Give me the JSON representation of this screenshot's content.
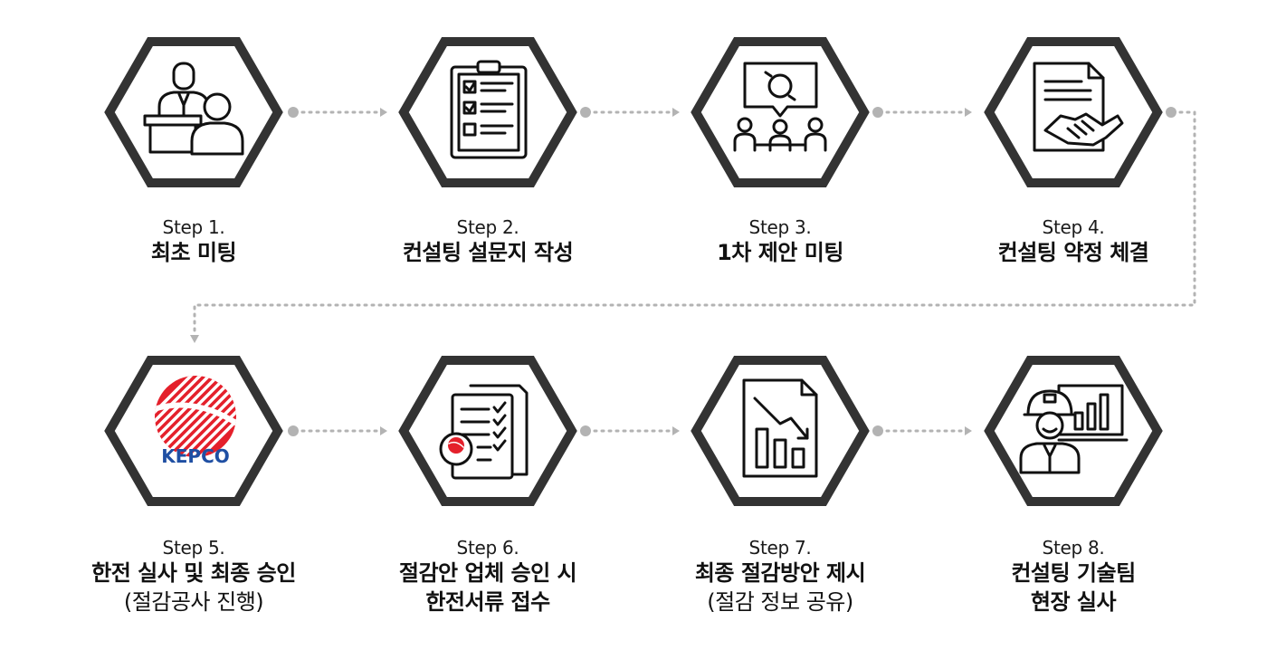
{
  "steps": [
    {
      "no": "Step 1.",
      "title": "최초 미팅",
      "icon": "meeting-icon"
    },
    {
      "no": "Step 2.",
      "title": "컨설팅 설문지 작성",
      "icon": "clipboard-checklist-icon"
    },
    {
      "no": "Step 3.",
      "title": "1차 제안 미팅",
      "icon": "team-discussion-icon"
    },
    {
      "no": "Step 4.",
      "title": "컨설팅 약정 체결",
      "icon": "handshake-contract-icon"
    },
    {
      "no": "Step 5.",
      "title": "한전 실사 및 최종 승인",
      "sub": "(절감공사 진행)",
      "icon": "kepco-logo"
    },
    {
      "no": "Step 6.",
      "title": "절감안 업체 승인 시",
      "title2": "한전서류 접수",
      "icon": "document-checklist-icon"
    },
    {
      "no": "Step 7.",
      "title": "최종 절감방안 제시",
      "sub": "(절감 정보 공유)",
      "icon": "declining-chart-icon"
    },
    {
      "no": "Step 8.",
      "title": "컨설팅 기술팀",
      "title2": "현장 실사",
      "icon": "engineer-presentation-icon"
    }
  ],
  "logo": {
    "text": "KEPCO",
    "red": "#e4202b",
    "blue": "#1f4fa3"
  },
  "colors": {
    "hex_stroke": "#333333",
    "connector": "#b3b3b3"
  }
}
